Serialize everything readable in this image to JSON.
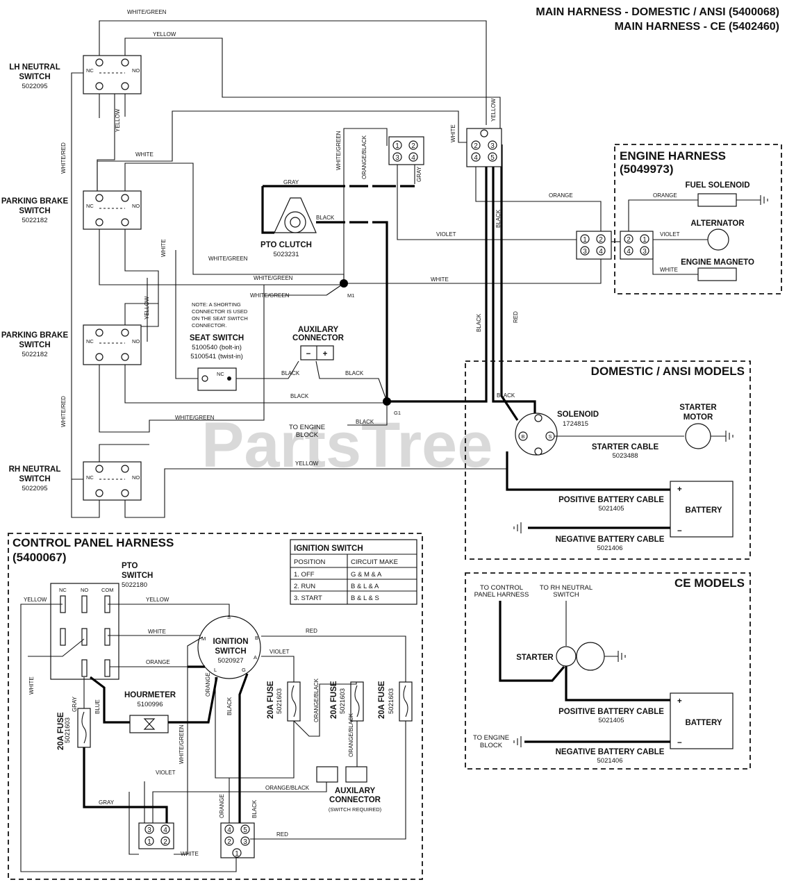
{
  "header": {
    "title_line1": "MAIN HARNESS - DOMESTIC / ANSI (5400068)",
    "title_line2": "MAIN HARNESS - CE (5402460)"
  },
  "switches": {
    "lh_neutral": {
      "name1": "LH NEUTRAL",
      "name2": "SWITCH",
      "part": "5022095"
    },
    "parking_brake_1": {
      "name1": "PARKING BRAKE",
      "name2": "SWITCH",
      "part": "5022182"
    },
    "parking_brake_2": {
      "name1": "PARKING BRAKE",
      "name2": "SWITCH",
      "part": "5022182"
    },
    "rh_neutral": {
      "name1": "RH NEUTRAL",
      "name2": "SWITCH",
      "part": "5022095"
    },
    "nc": "NC",
    "no": "NO"
  },
  "pto_clutch": {
    "name": "PTO CLUTCH",
    "part": "5023231"
  },
  "seat_switch": {
    "note1": "NOTE: A SHORTING",
    "note2": "CONNECTOR IS USED",
    "note3": "ON THE SEAT SWITCH",
    "note4": "CONNECTOR.",
    "name": "SEAT SWITCH",
    "part1": "5100540 (bolt-in)",
    "part2": "5100541 (twist-in)",
    "nc": "NC"
  },
  "aux_connector": {
    "name1": "AUXILARY",
    "name2": "CONNECTOR",
    "minus": "−",
    "plus": "+"
  },
  "ground_points": {
    "m1": "M1",
    "g1": "G1",
    "to_engine_block1": "TO ENGINE",
    "to_engine_block2": "BLOCK"
  },
  "engine_harness": {
    "title1": "ENGINE HARNESS",
    "title2": "(5049973)",
    "fuel_solenoid": "FUEL SOLENOID",
    "alternator": "ALTERNATOR",
    "engine_magneto": "ENGINE MAGNETO"
  },
  "domestic": {
    "title": "DOMESTIC / ANSI MODELS",
    "solenoid": "SOLENOID",
    "solenoid_part": "1724815",
    "starter_motor1": "STARTER",
    "starter_motor2": "MOTOR",
    "starter_cable": "STARTER CABLE",
    "starter_cable_part": "5023488",
    "pos_cable": "POSITIVE BATTERY CABLE",
    "pos_cable_part": "5021405",
    "neg_cable": "NEGATIVE BATTERY CABLE",
    "neg_cable_part": "5021406",
    "battery": "BATTERY",
    "plus": "+",
    "minus": "−",
    "term_b": "B",
    "term_s": "S"
  },
  "ce": {
    "title": "CE MODELS",
    "to_control1": "TO CONTROL",
    "to_control2": "PANEL HARNESS",
    "to_rh1": "TO RH NEUTRAL",
    "to_rh2": "SWITCH",
    "starter": "STARTER",
    "pos_cable": "POSITIVE BATTERY CABLE",
    "pos_cable_part": "5021405",
    "neg_cable": "NEGATIVE BATTERY CABLE",
    "neg_cable_part": "5021406",
    "battery": "BATTERY",
    "to_engine1": "TO ENGINE",
    "to_engine2": "BLOCK",
    "plus": "+",
    "minus": "−"
  },
  "control_panel": {
    "title1": "CONTROL PANEL HARNESS",
    "title2": "(5400067)",
    "pto_switch1": "PTO",
    "pto_switch2": "SWITCH",
    "pto_switch_part": "5022180",
    "nc": "NC",
    "no": "NO",
    "com": "COM",
    "ignition1": "IGNITION",
    "ignition2": "SWITCH",
    "ignition_part": "5020927",
    "term_s": "S",
    "term_m": "M",
    "term_b": "B",
    "term_a": "A",
    "term_l": "L",
    "term_g": "G",
    "hourmeter": "HOURMETER",
    "hourmeter_part": "5100996",
    "fuse_label": "20A FUSE",
    "fuse_part": "5021603",
    "aux1": "AUXILARY",
    "aux2": "CONNECTOR",
    "aux3": "(SWITCH REQUIRED)"
  },
  "ignition_table": {
    "title": "IGNITION SWITCH",
    "headers": [
      "POSITION",
      "CIRCUIT MAKE"
    ],
    "rows": [
      [
        "1. OFF",
        "G & M & A"
      ],
      [
        "2. RUN",
        "B & L & A"
      ],
      [
        "3. START",
        "B & L & S"
      ]
    ]
  },
  "pins": {
    "p1": "1",
    "p2": "2",
    "p3": "3",
    "p4": "4",
    "p5": "5"
  },
  "wires": {
    "white_green": "WHITE/GREEN",
    "white_green_misspelt": "WHITE/GREEN",
    "white_gren": "WHITE/GREEN",
    "yellow": "YELLOW",
    "white": "WHITE",
    "white_red": "WHITE/RED",
    "gray": "GRAY",
    "black": "BLACK",
    "orange": "ORANGE",
    "orange_black": "ORANGE/BLACK",
    "violet": "VIOLET",
    "red": "RED",
    "blue": "BLUE"
  },
  "watermark": "PartsTree"
}
